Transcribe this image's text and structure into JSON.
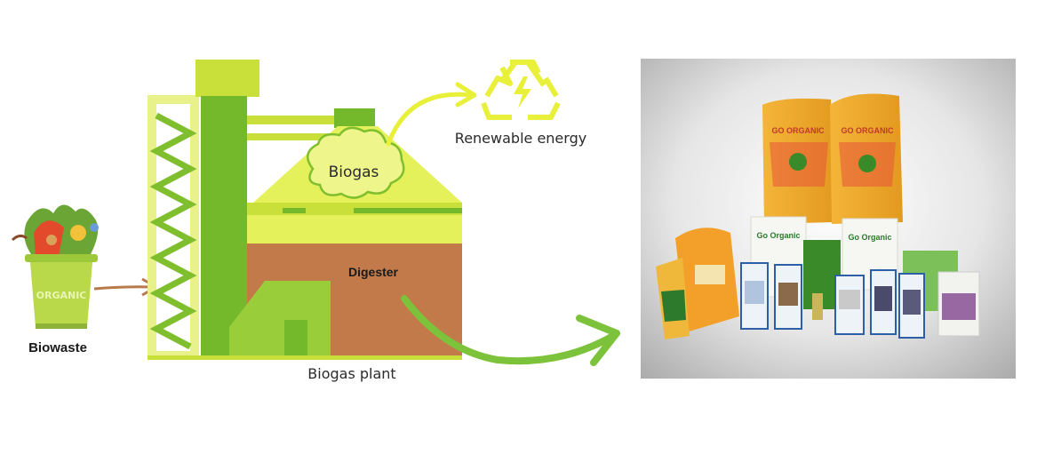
{
  "labels": {
    "biowaste": "Biowaste",
    "biogas": "Biogas",
    "digester": "Digester",
    "renewable_energy": "Renewable energy",
    "biogas_plant": "Biogas plant",
    "bin_text": "ORGANIC",
    "product_brand": "GO ORGANIC",
    "product_brand_small": "Go Organic"
  },
  "colors": {
    "lime": "#c9e03a",
    "green": "#74b82c",
    "light_green": "#e8f26a",
    "soil": "#c27a4a",
    "arrow_yellow": "#e8f03a",
    "arrow_green": "#7cc23a",
    "arrow_brown": "#b87a4a",
    "bag_orange": "#f0a72a"
  },
  "icons": [
    "recycle-energy-icon",
    "cloud-icon",
    "trash-bin-icon"
  ]
}
